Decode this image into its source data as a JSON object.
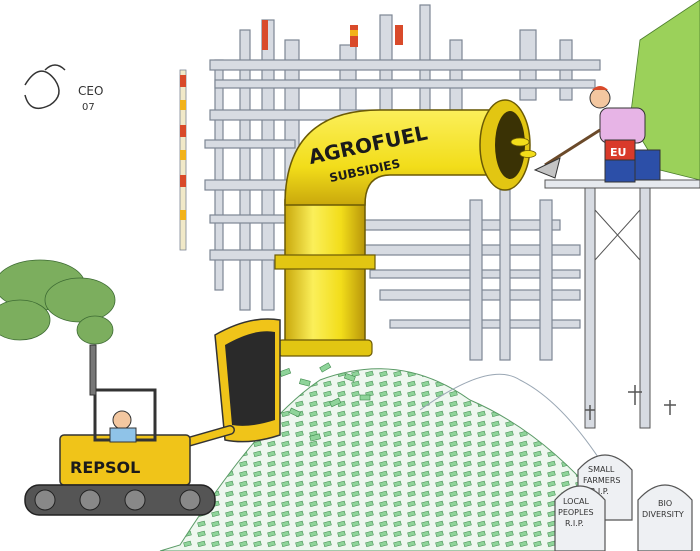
{
  "signature": {
    "text": "CEO",
    "year": "07"
  },
  "pipe": {
    "line1": "AGROFUEL",
    "line2": "SUBSIDIES"
  },
  "worker": {
    "apron": "EU"
  },
  "bulldozer": {
    "brand": "REPSOL"
  },
  "gravestones": [
    {
      "line1": "SMALL",
      "line2": "FARMERS",
      "line3": "R.I.P."
    },
    {
      "line1": "LOCAL",
      "line2": "PEOPLES",
      "line3": "R.I.P."
    },
    {
      "line1": "BIO",
      "line2": "DIVERSITY",
      "line3": ""
    }
  ],
  "colors": {
    "pipe_yellow": "#f2dd1a",
    "pipe_shadow": "#c9a80c",
    "bulldozer_yellow": "#f0c419",
    "money_green": "#8fd49a",
    "factory_gray": "#d7dbe2",
    "stripe_red": "#d94a2a"
  }
}
